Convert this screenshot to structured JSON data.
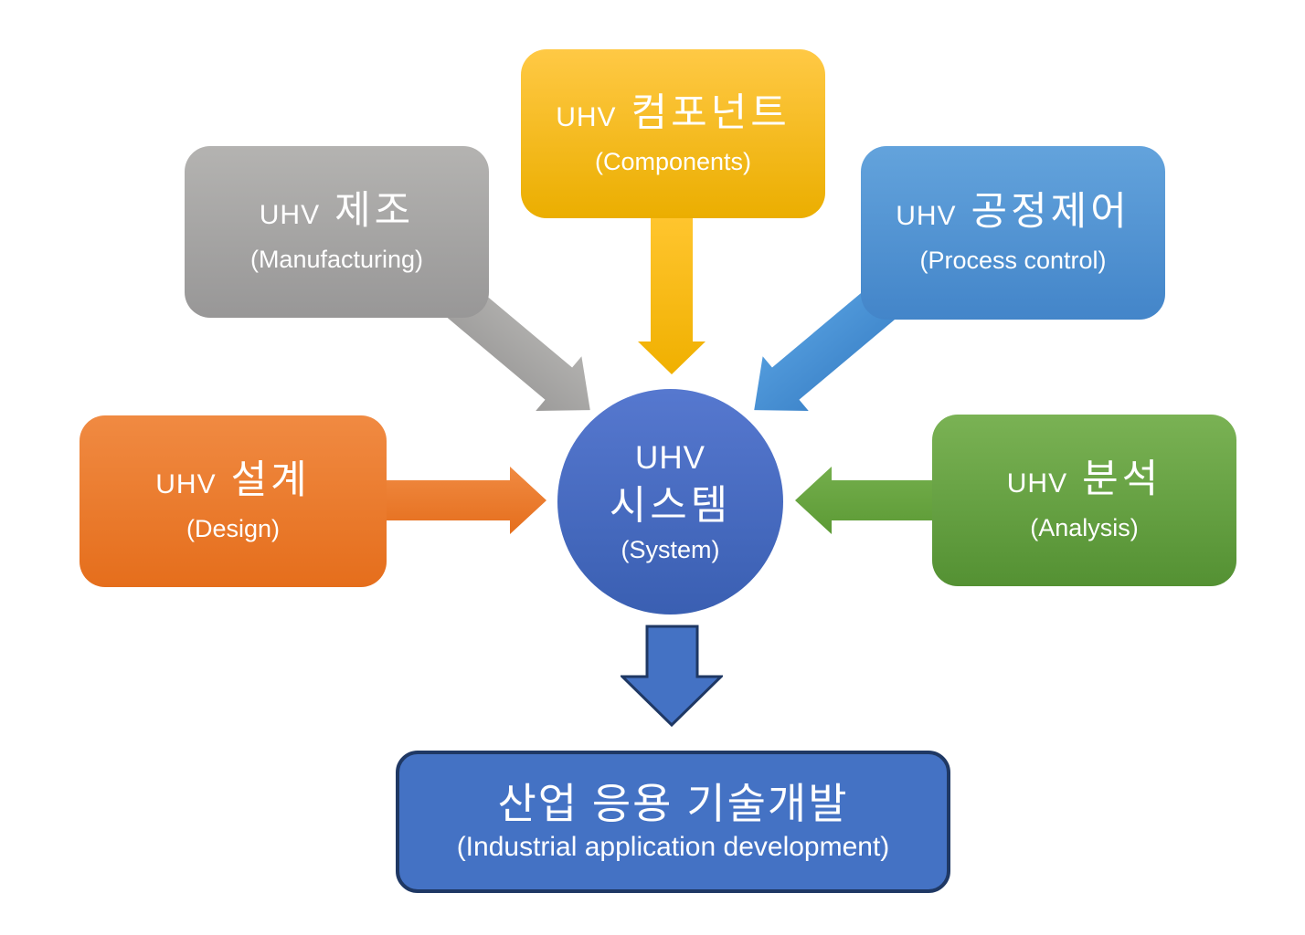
{
  "background_color": "#FFFFFF",
  "center_node": {
    "line1": "UHV",
    "line2": "시스템",
    "line3": "(System)",
    "color": "#4472C4"
  },
  "nodes": {
    "components": {
      "prefix": "UHV",
      "title_ko": "컴포넌트",
      "subtitle_en": "(Components)",
      "color": "#FFC000"
    },
    "manufacturing": {
      "prefix": "UHV",
      "title_ko": "제조",
      "subtitle_en": "(Manufacturing)",
      "color": "#A5A5A5"
    },
    "process_control": {
      "prefix": "UHV",
      "title_ko": "공정제어",
      "subtitle_en": "(Process control)",
      "color": "#5B9BD5"
    },
    "design": {
      "prefix": "UHV",
      "title_ko": "설계",
      "subtitle_en": "(Design)",
      "color": "#ED7D31"
    },
    "analysis": {
      "prefix": "UHV",
      "title_ko": "분석",
      "subtitle_en": "(Analysis)",
      "color": "#70AD47"
    }
  },
  "output_node": {
    "title_ko": "산업 응용 기술개발",
    "subtitle_en": "(Industrial application development)",
    "fill_color": "#4472C4",
    "border_color": "#1F3864"
  },
  "arrows": {
    "components_to_system": {
      "color": "#FFC000",
      "direction": "down"
    },
    "manufacturing_to_system": {
      "color": "#A5A5A5",
      "direction": "down-right"
    },
    "process_control_to_system": {
      "color": "#5B9BD5",
      "direction": "down-left"
    },
    "design_to_system": {
      "color": "#ED7D31",
      "direction": "right"
    },
    "analysis_to_system": {
      "color": "#70AD47",
      "direction": "left"
    },
    "system_to_output": {
      "color": "#4472C4",
      "outline_color": "#1F3864",
      "direction": "down"
    }
  }
}
